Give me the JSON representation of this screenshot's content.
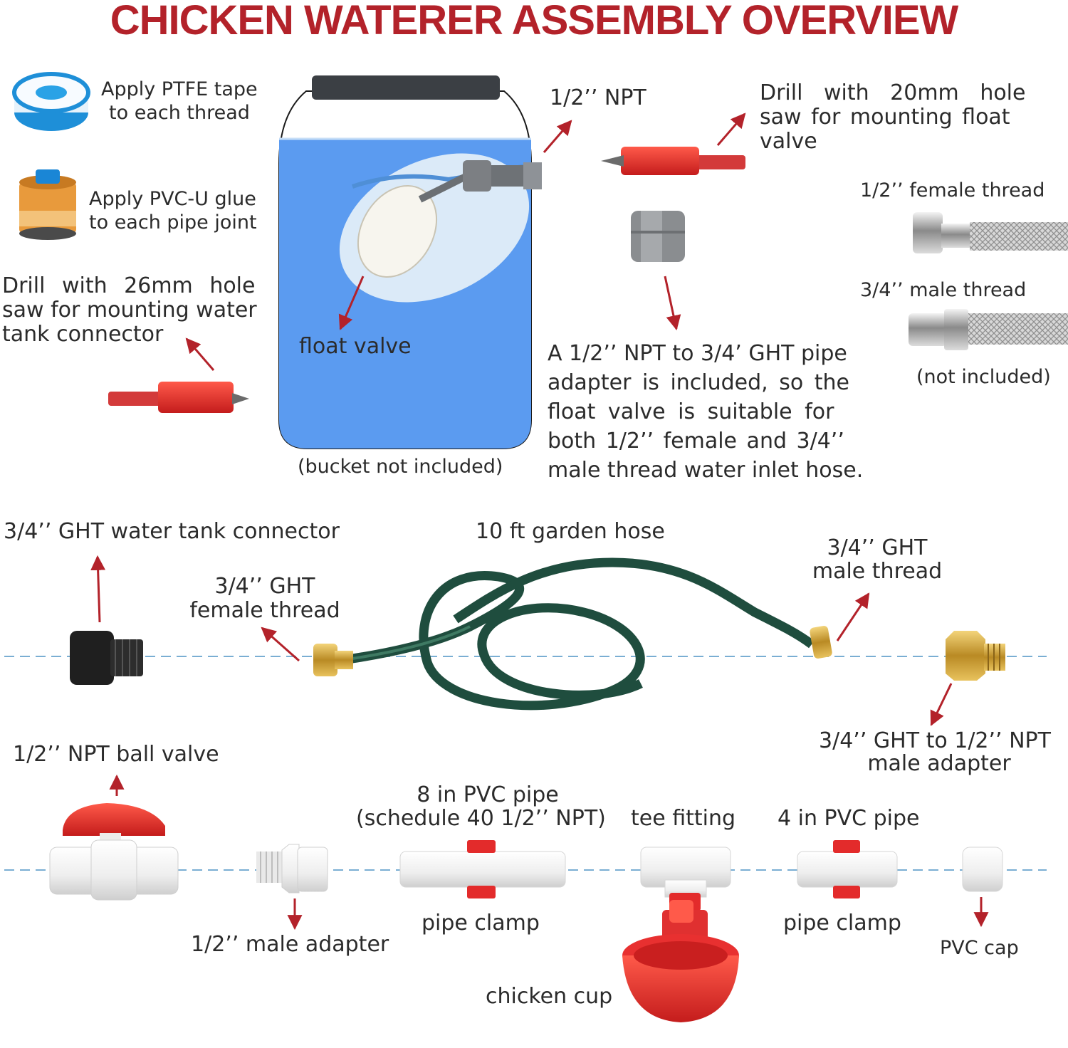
{
  "title": "CHICKEN WATERER ASSEMBLY OVERVIEW",
  "colors": {
    "title": "#b3222a",
    "arrow": "#b3222a",
    "water": "#5b9bf0",
    "hose": "#1f4d3e",
    "pvc": "#f2f2f2",
    "red_part": "#e32b2b",
    "guide_line": "#7aaed3"
  },
  "labels": {
    "ptfe": [
      "Apply PTFE tape",
      "to each thread"
    ],
    "glue": [
      "Apply PVC-U glue",
      "to each pipe joint"
    ],
    "drill_26": [
      "Drill with 26mm hole",
      "saw for mounting water",
      "tank connector"
    ],
    "float_valve": "float valve",
    "bucket": "(bucket not included)",
    "npt_half": "1/2’’ NPT",
    "drill_20": [
      "Drill with 20mm hole",
      "saw for mounting float",
      "valve"
    ],
    "female_half": "1/2’’ female thread",
    "male_threeq": "3/4’’ male thread",
    "not_included": "(not included)",
    "adapter_note": [
      "A 1/2’’ NPT to 3/4’ GHT pipe",
      "adapter is included, so the",
      "float valve is suitable for",
      "both 1/2’’ female and 3/4’’",
      "male thread water inlet hose."
    ],
    "tank_connector": "3/4’’ GHT water tank connector",
    "garden_hose": "10 ft garden hose",
    "ght_female": [
      "3/4’’ GHT",
      "female thread"
    ],
    "ght_male": [
      "3/4’’ GHT",
      "male thread"
    ],
    "ght_npt_adapter": [
      "3/4’’ GHT to 1/2’’ NPT",
      "male adapter"
    ],
    "ball_valve": "1/2’’ NPT ball valve",
    "pvc_8in": [
      "8 in PVC pipe",
      "(schedule 40 1/2’’ NPT)"
    ],
    "tee": "tee fitting",
    "pvc_4in": "4 in PVC pipe",
    "male_adapter": "1/2’’ male adapter",
    "clamp_1": "pipe clamp",
    "clamp_2": "pipe clamp",
    "pvc_cap": "PVC cap",
    "chicken_cup": "chicken cup"
  }
}
